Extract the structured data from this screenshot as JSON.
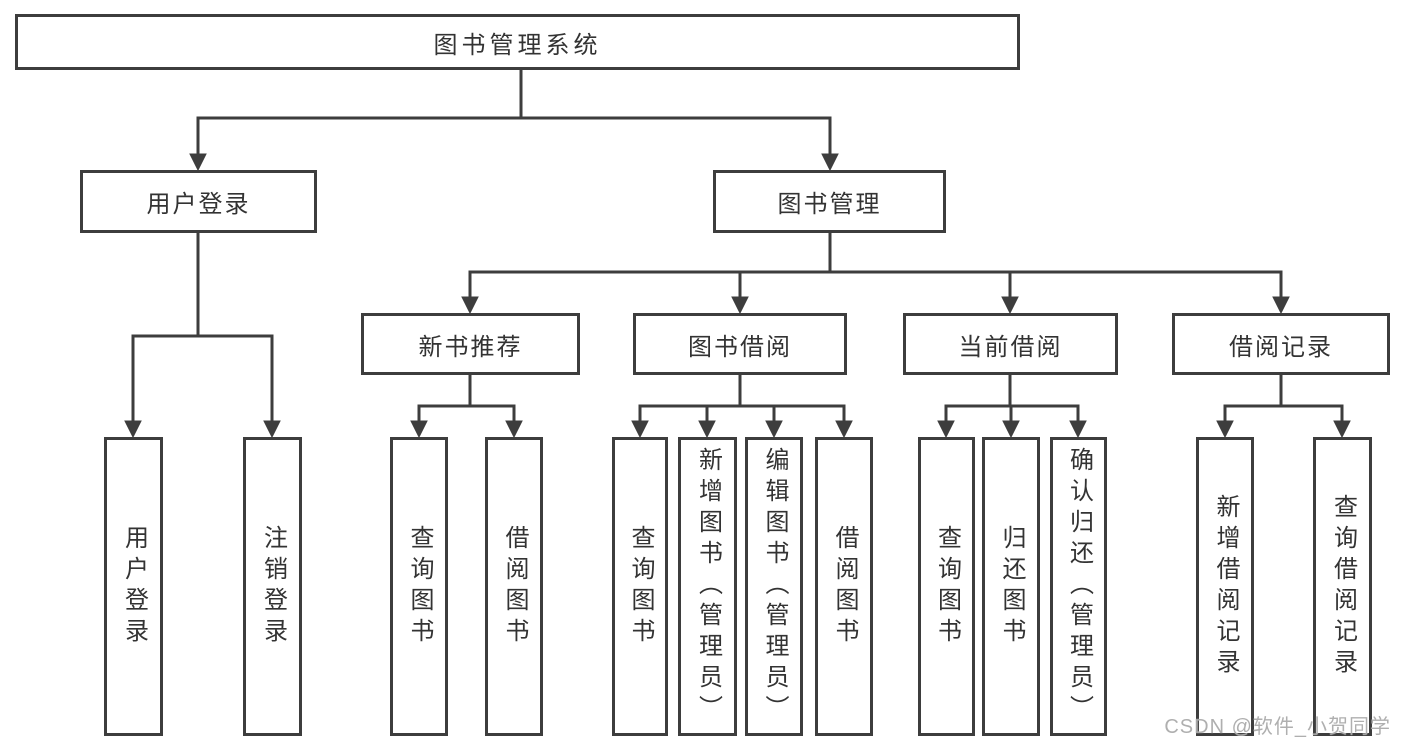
{
  "tree": {
    "label": "图书管理系统",
    "children": [
      {
        "label": "用户登录",
        "children": [
          {
            "label": "用户登录"
          },
          {
            "label": "注销登录"
          }
        ]
      },
      {
        "label": "图书管理",
        "children": [
          {
            "label": "新书推荐",
            "children": [
              {
                "label": "查询图书"
              },
              {
                "label": "借阅图书"
              }
            ]
          },
          {
            "label": "图书借阅",
            "children": [
              {
                "label": "查询图书"
              },
              {
                "label": "新增图书（管理员）"
              },
              {
                "label": "编辑图书（管理员）"
              },
              {
                "label": "借阅图书"
              }
            ]
          },
          {
            "label": "当前借阅",
            "children": [
              {
                "label": "查询图书"
              },
              {
                "label": "归还图书"
              },
              {
                "label": "确认归还（管理员）"
              }
            ]
          },
          {
            "label": "借阅记录",
            "children": [
              {
                "label": "新增借阅记录"
              },
              {
                "label": "查询借阅记录"
              }
            ]
          }
        ]
      }
    ]
  },
  "watermark": {
    "text": "CSDN @软件_小贺同学"
  },
  "colors": {
    "line": "#3d3d3d",
    "text": "#333333",
    "watermark": "#ababab",
    "background": "#ffffff"
  }
}
